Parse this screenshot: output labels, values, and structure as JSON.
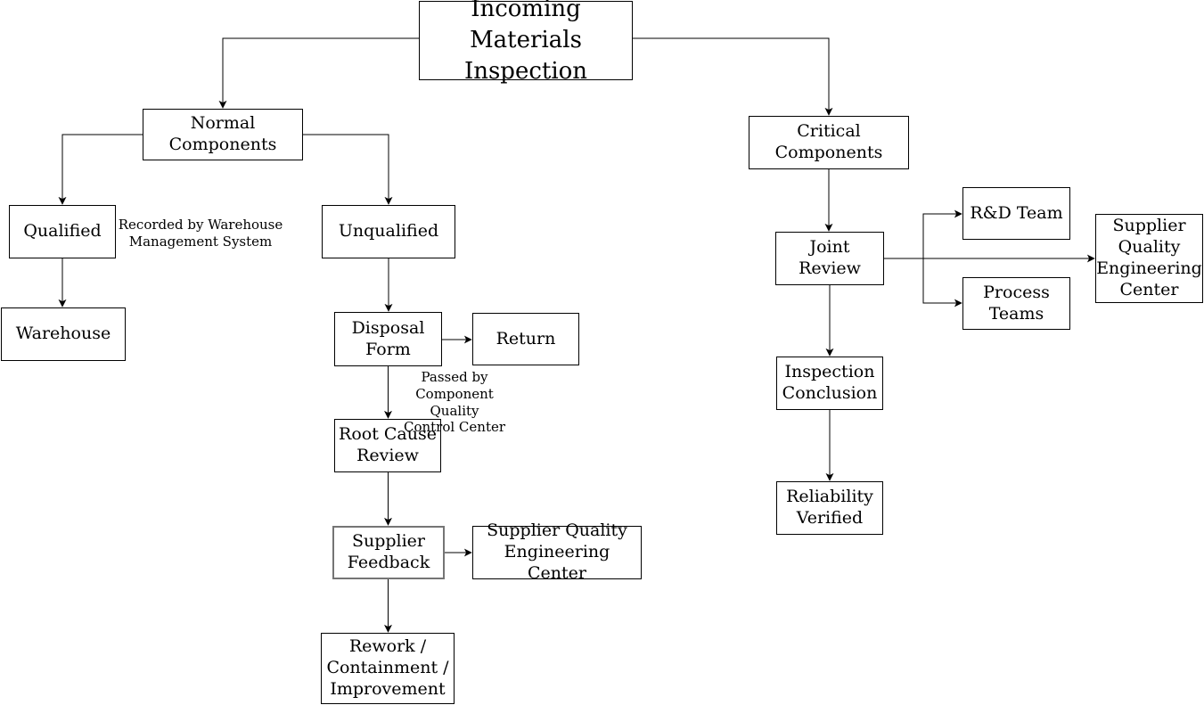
{
  "diagram": {
    "type": "flowchart",
    "title": "Incoming Materials Inspection",
    "nodes": {
      "incoming": {
        "label": "Incoming\nMaterials Inspection"
      },
      "normal": {
        "label": "Normal Components"
      },
      "qualified": {
        "label": "Qualified"
      },
      "warehouse": {
        "label": "Warehouse"
      },
      "unqualified": {
        "label": "Unqualified"
      },
      "disposal_form": {
        "label": "Disposal\nForm"
      },
      "return": {
        "label": "Return"
      },
      "root_cause_review": {
        "label": "Root Cause\nReview"
      },
      "supplier_feedback": {
        "label": "Supplier\nFeedback"
      },
      "sqec_left": {
        "label": "Supplier Quality\nEngineering Center"
      },
      "rework": {
        "label": "Rework /\nContainment /\nImprovement"
      },
      "critical": {
        "label": "Critical Components"
      },
      "joint_review": {
        "label": "Joint Review"
      },
      "rd_team": {
        "label": "R&D Team"
      },
      "process_teams": {
        "label": "Process\nTeams"
      },
      "sqec_right": {
        "label": "Supplier\nQuality\nEngineering\nCenter"
      },
      "inspection_conclusion": {
        "label": "Inspection\nConclusion"
      },
      "reliability_verified": {
        "label": "Reliability\nVerified"
      }
    },
    "annotations": {
      "recorded_by": "Recorded by Warehouse\nManagement System",
      "passed_by": "Passed by\nComponent Quality\nControl Center"
    },
    "edges": [
      {
        "from": "incoming",
        "to": "normal"
      },
      {
        "from": "incoming",
        "to": "critical"
      },
      {
        "from": "normal",
        "to": "qualified"
      },
      {
        "from": "normal",
        "to": "unqualified"
      },
      {
        "from": "qualified",
        "to": "warehouse"
      },
      {
        "from": "unqualified",
        "to": "disposal_form"
      },
      {
        "from": "disposal_form",
        "to": "return"
      },
      {
        "from": "disposal_form",
        "to": "root_cause_review"
      },
      {
        "from": "root_cause_review",
        "to": "supplier_feedback"
      },
      {
        "from": "supplier_feedback",
        "to": "sqec_left"
      },
      {
        "from": "supplier_feedback",
        "to": "rework"
      },
      {
        "from": "critical",
        "to": "joint_review"
      },
      {
        "from": "joint_review",
        "to": "rd_team"
      },
      {
        "from": "joint_review",
        "to": "process_teams"
      },
      {
        "from": "joint_review",
        "to": "sqec_right"
      },
      {
        "from": "joint_review",
        "to": "inspection_conclusion"
      },
      {
        "from": "inspection_conclusion",
        "to": "reliability_verified"
      }
    ],
    "colors": {
      "background": "#ffffff",
      "box_border": "#000000",
      "highlight_border": "#757575",
      "line": "#000000",
      "text": "#000000"
    }
  }
}
